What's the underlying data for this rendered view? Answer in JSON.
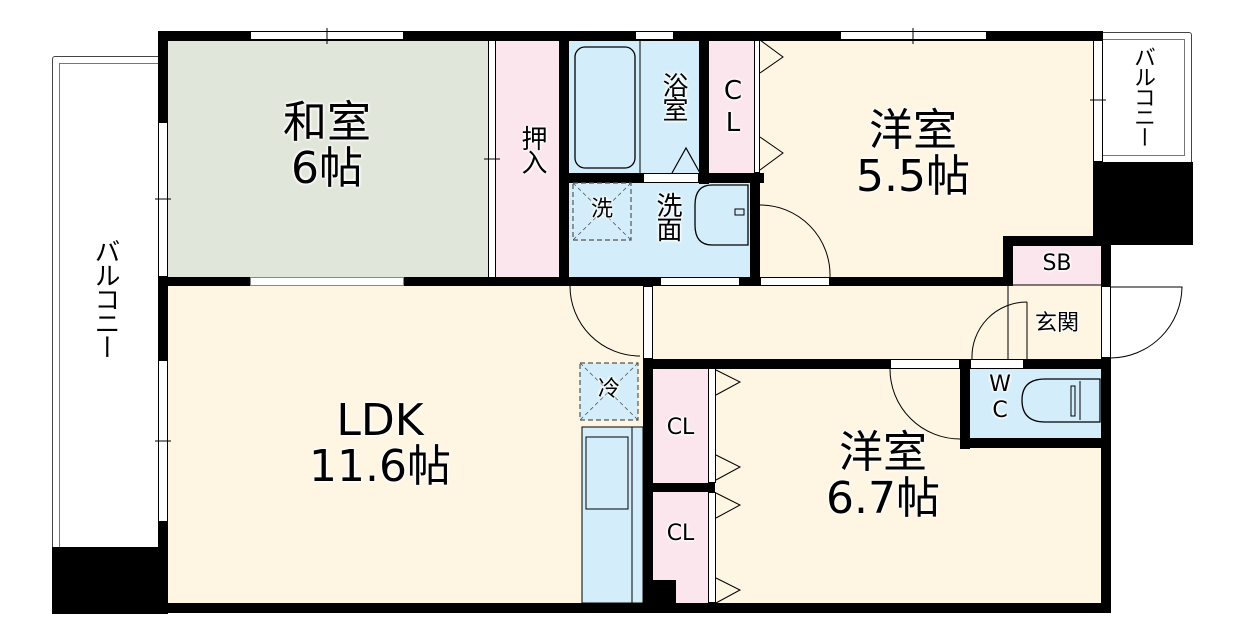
{
  "floorplan": {
    "colors": {
      "wall": "#000000",
      "washitsu": "#e1e6da",
      "living": "#fef5e2",
      "storage": "#fbe6ee",
      "wet": "#d3eefa",
      "balcony": "#ffffff"
    },
    "rooms": {
      "washitsu": {
        "name": "和室",
        "size": "6帖"
      },
      "oshiire": {
        "name": "押入"
      },
      "bath": {
        "name": "浴室"
      },
      "cl_top": {
        "name": "CL"
      },
      "western_a": {
        "name": "洋室",
        "size": "5.5帖"
      },
      "balcony_right": {
        "name": "バルコニー"
      },
      "washer": {
        "name": "洗"
      },
      "washroom": {
        "name": "洗面"
      },
      "sb": {
        "name": "SB"
      },
      "entrance": {
        "name": "玄関"
      },
      "balcony_left": {
        "name": "バルコニー"
      },
      "ldk": {
        "name": "LDK",
        "size": "11.6帖"
      },
      "fridge": {
        "name": "冷"
      },
      "cl_mid": {
        "name": "CL"
      },
      "cl_bottom": {
        "name": "CL"
      },
      "wc": {
        "name_line1": "W",
        "name_line2": "C"
      },
      "western_b": {
        "name": "洋室",
        "size": "6.7帖"
      }
    }
  }
}
